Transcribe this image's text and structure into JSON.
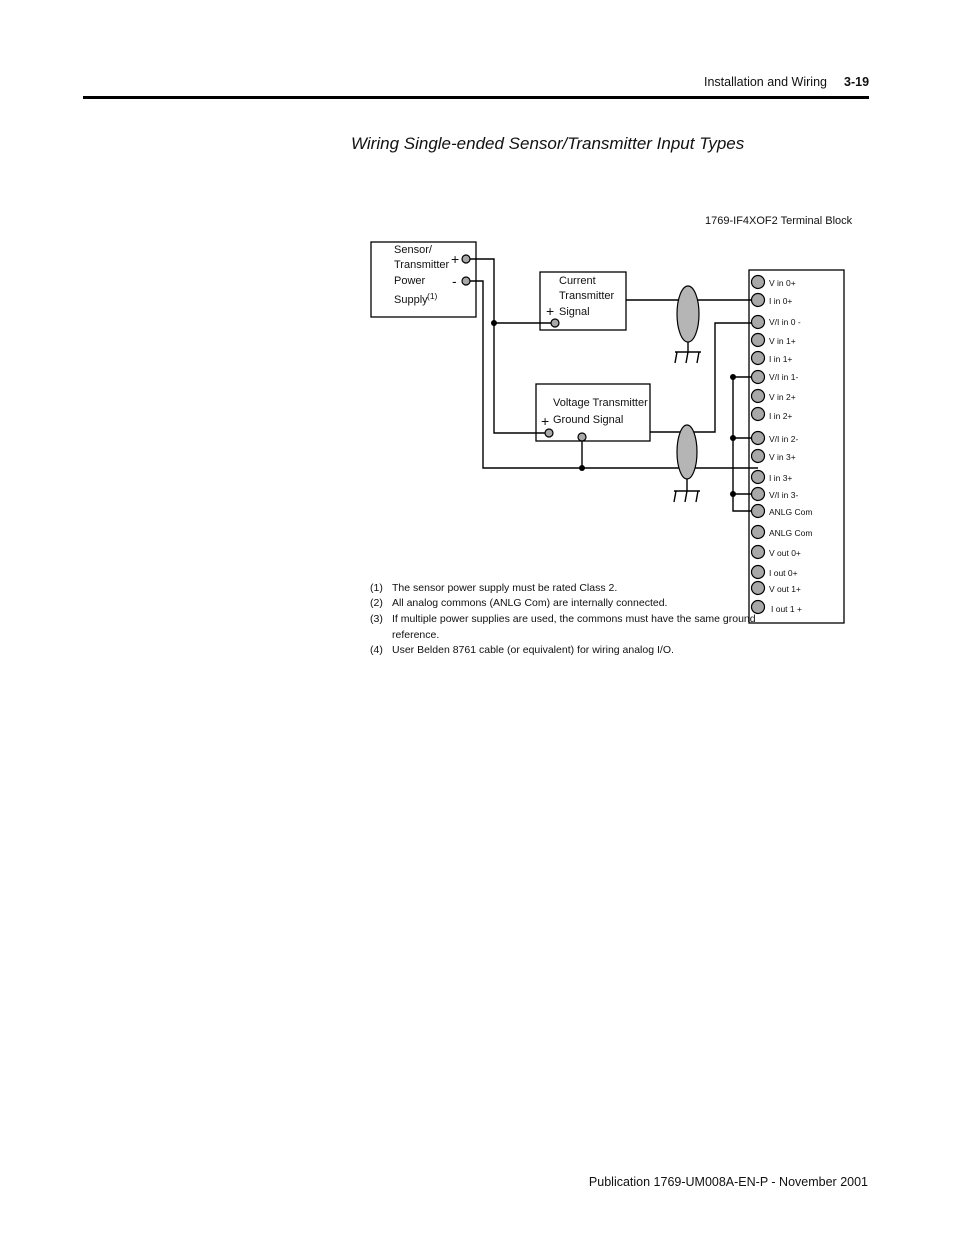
{
  "header": {
    "title": "Installation and Wiring",
    "page": "3-19"
  },
  "section_title": "Wiring Single-ended Sensor/Transmitter Input Types",
  "diagram": {
    "terminal_block_label": "1769-IF4XOF2 Terminal Block",
    "power_supply": {
      "lines": [
        "Sensor/",
        "Transmitter",
        "Power",
        "Supply"
      ],
      "footnote_ref": "(1)",
      "plus": "+",
      "minus": "-"
    },
    "current_transmitter": {
      "lines": [
        "Current",
        "Transmitter",
        "Signal"
      ],
      "plus": "+"
    },
    "voltage_transmitter": {
      "lines": [
        "Voltage Transmitter",
        "Ground Signal"
      ],
      "plus": "+"
    },
    "terminals": [
      "V in 0+",
      "I in 0+",
      "V/I in 0 -",
      "V in 1+",
      "I in 1+",
      "V/I in 1-",
      "V in 2+",
      "I in 2+",
      "V/I in 2-",
      "V in 3+",
      "I in 3+",
      "V/I in 3-",
      "ANLG Com",
      "ANLG Com",
      "V out 0+",
      "I out 0+",
      "V out 1+",
      "I out 1 +"
    ]
  },
  "notes": [
    {
      "num": "(1)",
      "lines": [
        "The sensor power supply must be rated Class 2."
      ]
    },
    {
      "num": "(2)",
      "lines": [
        "All analog commons (ANLG Com) are internally connected."
      ]
    },
    {
      "num": "(3)",
      "lines": [
        "If multiple power supplies are used, the commons must have the same ground",
        "reference."
      ]
    },
    {
      "num": "(4)",
      "lines": [
        "User Belden 8761 cable (or equivalent) for wiring analog I/O."
      ]
    }
  ],
  "footer": "Publication 1769-UM008A-EN-P - November 2001",
  "colors": {
    "shield": "#b5b5b5",
    "terminal": "#a8a8a8"
  }
}
